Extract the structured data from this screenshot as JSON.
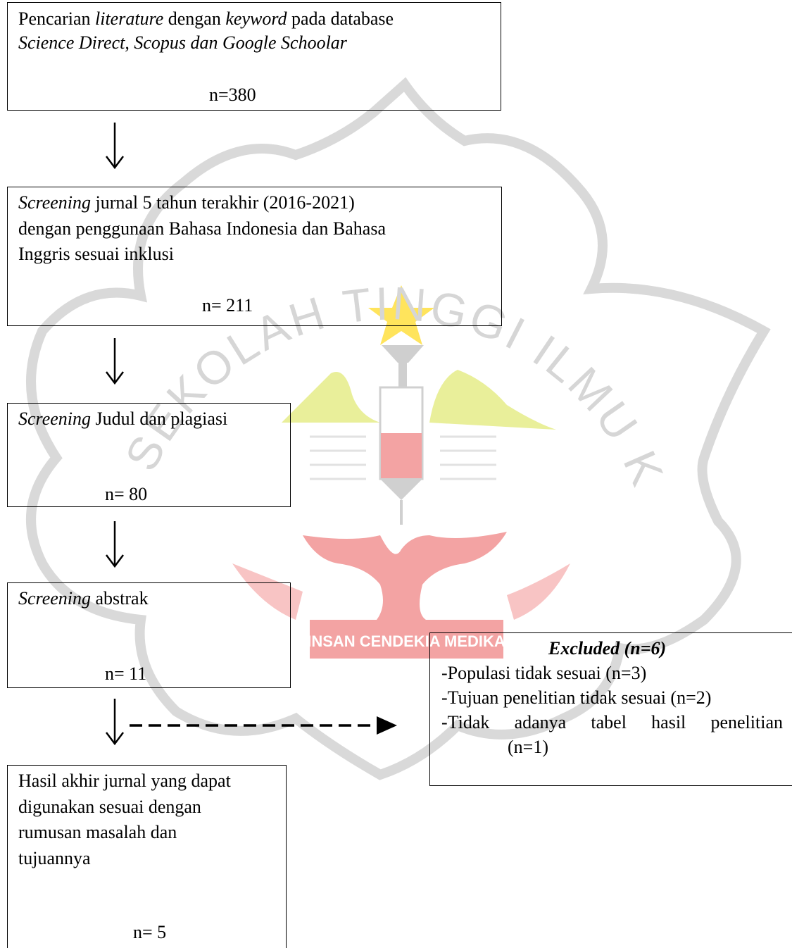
{
  "watermark": {
    "arc_text": "SEKOLAH TINGGI ILMU KESEHATAN",
    "banner_text": "INSAN CENDEKIA MEDIKA",
    "colors": {
      "outline": "#d9d9d9",
      "star": "#ffe45c",
      "leaf": "#e9ef9a",
      "red": "#f3a3a3"
    }
  },
  "boxes": {
    "search": {
      "line1_a": "Pencarian ",
      "line1_b": "literature",
      "line1_c": " dengan ",
      "line1_d": "keyword",
      "line1_e": " pada database",
      "line2": "Science Direct, Scopus dan Google Schoolar",
      "count": "n=380"
    },
    "screening_year": {
      "line1_a": "Screening",
      "line1_b": " jurnal 5 tahun terakhir (2016-2021)",
      "line2": "dengan penggunaan Bahasa Indonesia dan Bahasa",
      "line3": "Inggris sesuai inklusi",
      "count": "n= 211"
    },
    "screening_title": {
      "line1_a": "Screening",
      "line1_b": " Judul dan plagiasi",
      "count": "n= 80"
    },
    "screening_abstract": {
      "line1_a": "Screening",
      "line1_b": " abstrak",
      "count": "n= 11"
    },
    "final": {
      "line1": "Hasil akhir jurnal yang dapat",
      "line2": "digunakan sesuai dengan",
      "line3": "rumusan masalah dan",
      "line4": "tujuannya",
      "count": "n= 5"
    },
    "excluded": {
      "title": "Excluded (n=6)",
      "item1": "-Populasi tidak sesuai (n=3)",
      "item2": "-Tujuan penelitian tidak sesuai (n=2)",
      "item3_a": "-Tidak",
      "item3_b": "adanya",
      "item3_c": "tabel",
      "item3_d": "hasil",
      "item3_e": "penelitian",
      "item3_f": "(n=1)"
    }
  }
}
